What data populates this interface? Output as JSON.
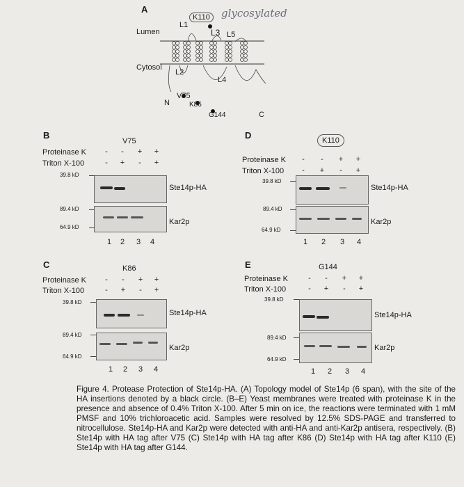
{
  "panel_a": {
    "letter": "A",
    "lumen": "Lumen",
    "cytosol": "Cytosol",
    "loops": [
      "L1",
      "L3",
      "L5",
      "L2",
      "L4"
    ],
    "k110": "K110",
    "handwriting": "glycosylated",
    "n_term": "N",
    "c_term": "C",
    "v75": "V75",
    "k86": "K86",
    "g144": "G144"
  },
  "row_labels": {
    "proteinase": "Proteinase K",
    "triton": "Triton X-100"
  },
  "markers": {
    "m398": "39.8 kD",
    "m894": "89.4 kD",
    "m649": "64.9 kD"
  },
  "band_labels": {
    "ste": "Ste14p-HA",
    "kar": "Kar2p"
  },
  "lanes": [
    "1",
    "2",
    "3",
    "4"
  ],
  "signs": {
    "proteinase": [
      "-",
      "-",
      "+",
      "+"
    ],
    "triton": [
      "-",
      "+",
      "-",
      "+"
    ]
  },
  "panels": [
    {
      "letter": "B",
      "site": "V75"
    },
    {
      "letter": "D",
      "site": "K110"
    },
    {
      "letter": "C",
      "site": "K86"
    },
    {
      "letter": "E",
      "site": "G144"
    }
  ],
  "caption": "Figure 4. Protease Protection of Ste14p-HA. (A) Topology model of Ste14p (6 span), with the site of the HA insertions denoted by a black circle. (B–E) Yeast membranes were treated with proteinase K in the presence and absence of 0.4% Triton X-100. After 5 min on ice, the reactions were terminated with 1 mM PMSF and 10% trichloroacetic acid. Samples were resolved by 12.5% SDS-PAGE and transferred to nitrocellulose. Ste14p-HA and Kar2p were detected with anti-HA and anti-Kar2p antisera, respectively. (B) Ste14p with HA tag after V75 (C) Ste14p with HA tag after K86 (D) Ste14p with HA tag after K110 (E) Ste14p with HA tag after G144."
}
